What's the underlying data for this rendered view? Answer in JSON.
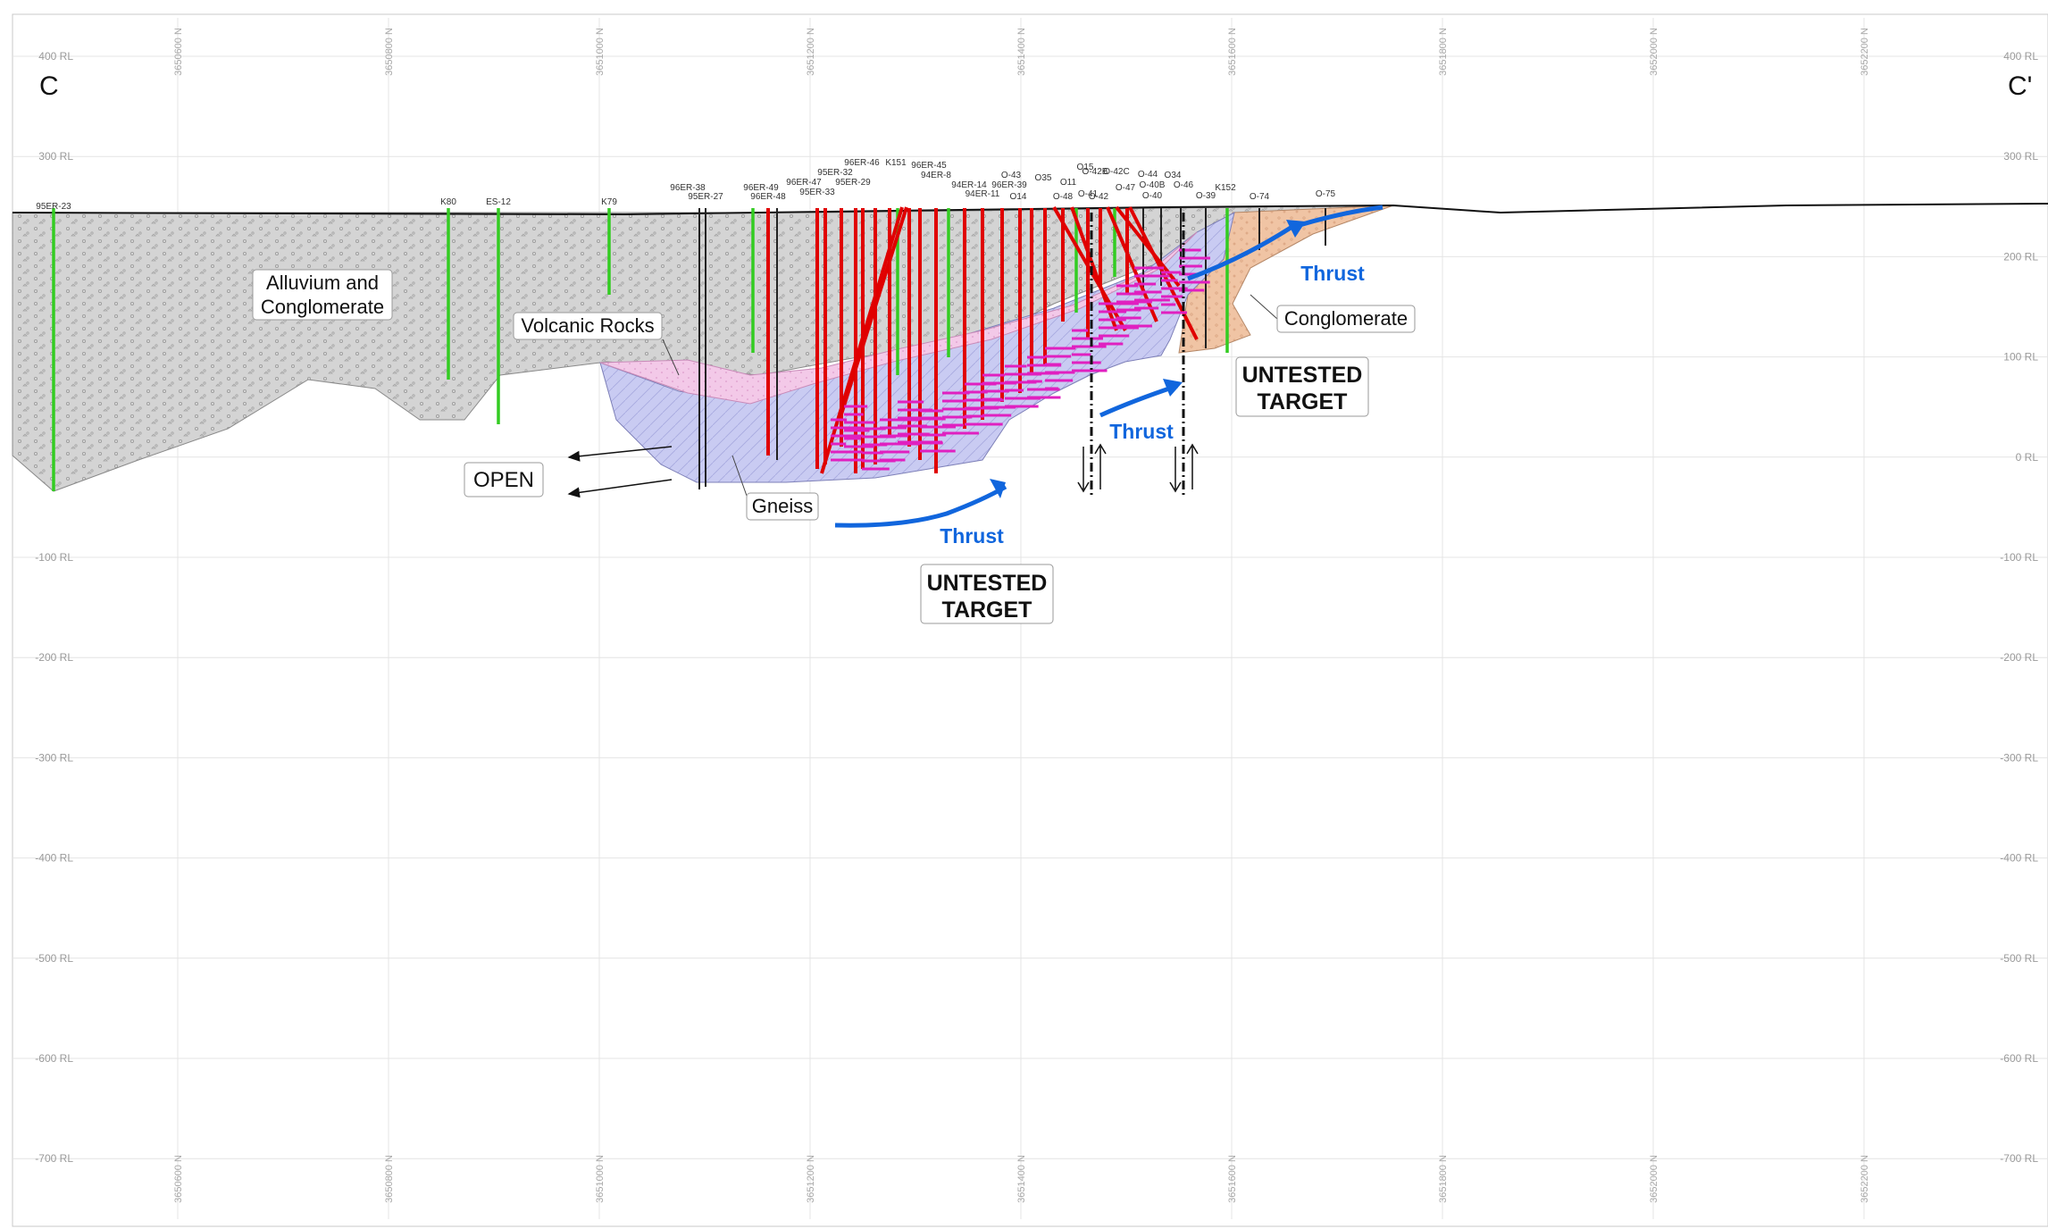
{
  "section": {
    "left_label": "C",
    "right_label": "C'"
  },
  "elevation_labels": [
    "400 RL",
    "300 RL",
    "200 RL",
    "100 RL",
    "0 RL",
    "-100 RL",
    "-200 RL",
    "-300 RL",
    "-400 RL",
    "-500 RL",
    "-600 RL",
    "-700 RL"
  ],
  "northing_labels": [
    "3650600 N",
    "3650800 N",
    "3651000 N",
    "3651200 N",
    "3651400 N",
    "3651600 N",
    "3651800 N",
    "3652000 N",
    "3652200 N"
  ],
  "units": {
    "alluvium": "Alluvium and Conglomerate",
    "volcanic": "Volcanic Rocks",
    "gneiss": "Gneiss",
    "conglomerate": "Conglomerate",
    "open": "OPEN"
  },
  "targets": {
    "lower_line1": "UNTESTED",
    "lower_line2": "TARGET",
    "upper_line1": "UNTESTED",
    "upper_line2": "TARGET"
  },
  "thrusts": {
    "lower": "Thrust",
    "middle": "Thrust",
    "upper": "Thrust"
  },
  "drillholes": [
    "95ER-23",
    "K80",
    "ES-12",
    "K79",
    "96ER-38",
    "95ER-27",
    "96ER-49",
    "96ER-48",
    "96ER-47",
    "95ER-32",
    "96ER-46",
    "K151",
    "96ER-45",
    "94ER-8",
    "95ER-29",
    "95ER-33",
    "94ER-14",
    "96ER-39",
    "94ER-11",
    "O-43",
    "O35",
    "O14",
    "O11",
    "O-48",
    "O15",
    "O-42B",
    "O-42C",
    "O-42",
    "O-47",
    "O-44",
    "O34",
    "O-40B",
    "O-46",
    "O-41",
    "O-40",
    "O-39",
    "K152",
    "O-74",
    "O-75"
  ],
  "colors": {
    "alluvium": "#d3d3d3",
    "volcanic": "#f2c6e6",
    "gneiss": "#c6c8f0",
    "conglomerate": "#f0c2a0",
    "thrust": "#1166dd",
    "mineralized_hole": "#e00000",
    "barren_hole": "#33cc22",
    "assay": "#e020c0"
  }
}
